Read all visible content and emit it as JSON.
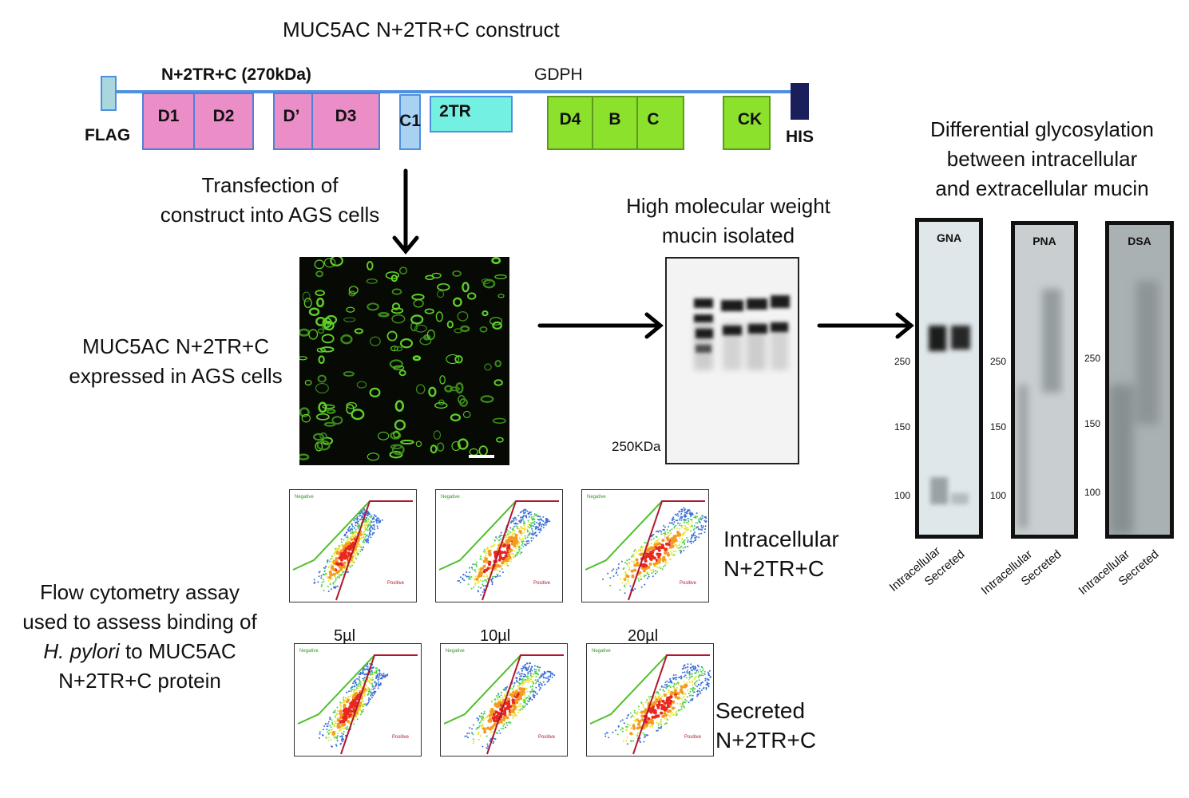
{
  "construct": {
    "title": "MUC5AC N+2TR+C construct",
    "span_label": "N+2TR+C (270kDa)",
    "gdph": "GDPH",
    "flag": "FLAG",
    "his": "HIS",
    "domains": [
      "D1",
      "D2",
      "D’",
      "D3",
      "C1",
      "2TR",
      "D4",
      "B",
      "C",
      "CK"
    ]
  },
  "steps": {
    "transfection": [
      "Transfection of",
      "construct into AGS cells"
    ],
    "expressed": [
      "MUC5AC N+2TR+C",
      "expressed in AGS cells"
    ],
    "hmw": [
      "High molecular weight",
      "mucin isolated"
    ],
    "hmw_marker": "250KDa",
    "glyco": [
      "Differential glycosylation",
      "between intracellular",
      "and extracellular mucin"
    ]
  },
  "lectin_blots": [
    {
      "name": "GNA",
      "markers": [
        "250",
        "150",
        "100"
      ]
    },
    {
      "name": "PNA",
      "markers": [
        "250",
        "150",
        "100"
      ]
    },
    {
      "name": "DSA",
      "markers": [
        "250",
        "150",
        "100"
      ]
    }
  ],
  "lane_labels": [
    "Intracellular",
    "Secreted"
  ],
  "flow": {
    "description": [
      "Flow cytometry assay",
      "used to assess binding of",
      "H. pylori",
      " to MUC5AC",
      "N+2TR+C protein"
    ],
    "volumes": [
      "5µl",
      "10µl",
      "20µl"
    ],
    "row_intracellular": [
      "Intracellular",
      "N+2TR+C"
    ],
    "row_secreted": [
      "Secreted",
      "N+2TR+C"
    ],
    "gate_negative": "Negative",
    "gate_positive": "Positive"
  },
  "colors": {
    "pink_domain": "#eb8ec7",
    "green_domain": "#8be12c",
    "tr_domain": "#74f0e2",
    "c1_domain": "#a9d2f2",
    "backbone": "#4f8fe0",
    "his_tag": "#1a1f5c",
    "flag_tag": "#a9d7dd"
  }
}
